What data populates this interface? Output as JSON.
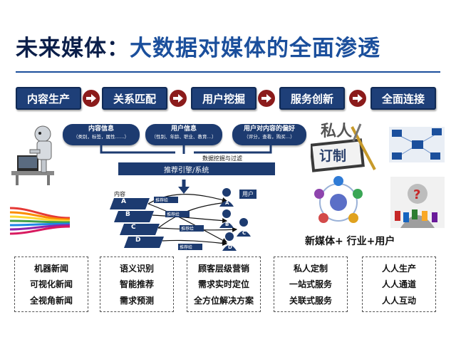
{
  "title": {
    "main": "未来媒体：",
    "highlight": "大数据对媒体的全面渗透"
  },
  "flow_steps": [
    "内容生产",
    "关系匹配",
    "用户挖掘",
    "服务创新",
    "全面连接"
  ],
  "data_pills": [
    {
      "title": "内容信息",
      "sub": "（类别，标签，属性……）"
    },
    {
      "title": "用户信息",
      "sub": "（性别、年龄、职业、教育…）"
    },
    {
      "title": "用户对内容的偏好",
      "sub": "（评分，查看，购买…）"
    }
  ],
  "diagram": {
    "mining_label": "数据挖掘与过滤",
    "engine_label": "推荐引擎/系统",
    "content_label": "内容",
    "user_label": "用户",
    "content_items": [
      "A",
      "B",
      "C",
      "D"
    ],
    "user_items": [
      "A",
      "B",
      "C",
      "D"
    ],
    "recommend_label": "推荐给"
  },
  "custom_sign": {
    "top": "私人",
    "bottom": "订制"
  },
  "caption": "新媒体+ 行业+用户",
  "boxes": [
    [
      "机器新闻",
      "可视化新闻",
      "全视角新闻"
    ],
    [
      "语义识别",
      "智能推荐",
      "需求预测"
    ],
    [
      "顾客层级营销",
      "需求实时定位",
      "全方位解决方案"
    ],
    [
      "私人定制",
      "一站式服务",
      "关联式服务"
    ],
    [
      "人人生产",
      "人人通道",
      "人人互动"
    ]
  ],
  "colors": {
    "navy": "#1e3f78",
    "arrow_red": "#8b1b1b",
    "title": "#0b1f4a"
  }
}
